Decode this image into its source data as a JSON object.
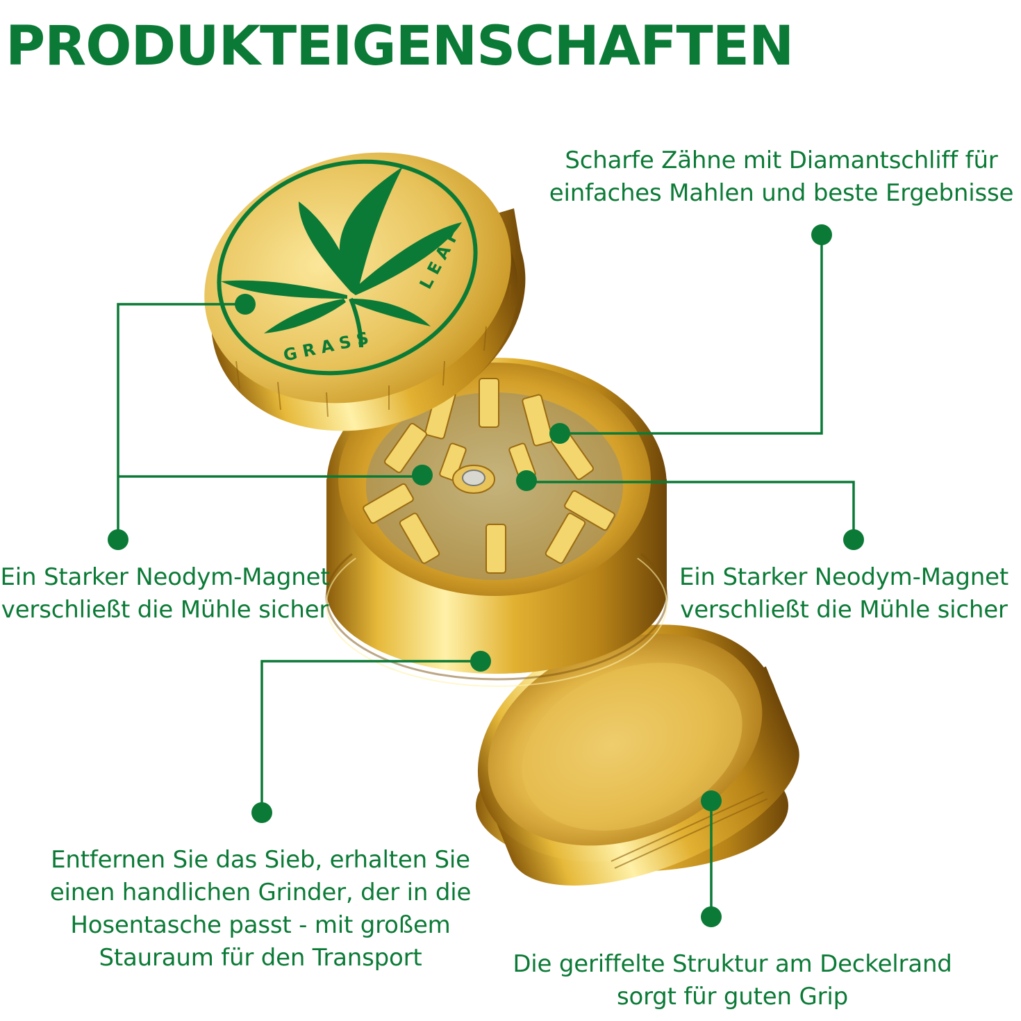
{
  "page": {
    "title": "PRODUKTEIGENSCHAFTEN",
    "colors": {
      "accent": "#0b7a36",
      "gold_light": "#f6e27a",
      "gold": "#d9a92a",
      "gold_dark": "#9a6a10",
      "background": "#ffffff"
    }
  },
  "product": {
    "lid_text": "GRASS LEAF",
    "lid_icon": "cannabis-leaf-icon"
  },
  "callouts": {
    "teeth": {
      "line1": "Scharfe Zähne mit Diamantschliff für",
      "line2": "einfaches Mahlen und beste Ergebnisse"
    },
    "magnet_left": {
      "line1": "Ein Starker Neodym-Magnet",
      "line2": "verschließt die Mühle sicher"
    },
    "magnet_right": {
      "line1": "Ein Starker Neodym-Magnet",
      "line2": "verschließt die Mühle sicher"
    },
    "sieve": {
      "line1": "Entfernen Sie das Sieb, erhalten Sie",
      "line2": "einen handlichen Grinder, der in die",
      "line3": "Hosentasche passt - mit großem",
      "line4": "Stauraum für den Transport"
    },
    "grip": {
      "line1": "Die geriffelte Struktur am Deckelrand",
      "line2": "sorgt für guten Grip"
    }
  }
}
